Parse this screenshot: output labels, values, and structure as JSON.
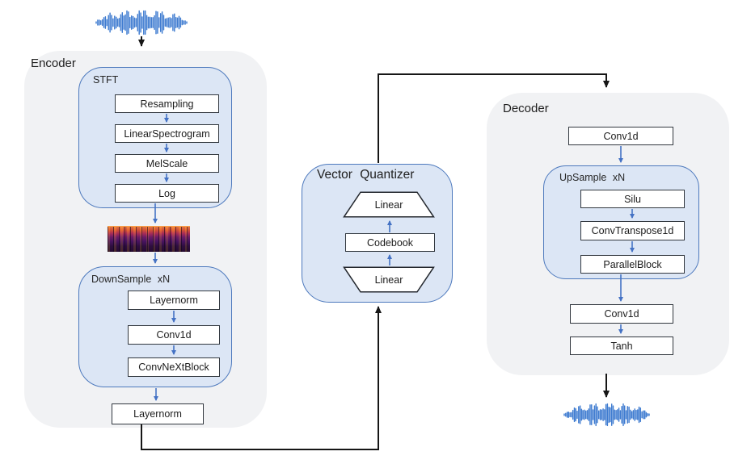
{
  "colors": {
    "panel_fill": "#f1f2f4",
    "group_fill": "#dce6f5",
    "group_border": "#4d79bd",
    "box_border": "#32383f",
    "arrow_blue": "#4472c4",
    "arrow_black": "#161616",
    "waveform_blue": "#3e7bd0",
    "spectrogram_hot": "#f2873c",
    "spectrogram_cold": "#120726"
  },
  "encoder": {
    "label": "Encoder",
    "stft": {
      "label": "STFT",
      "steps": [
        "Resampling",
        "LinearSpectrogram",
        "MelScale",
        "Log"
      ]
    },
    "downsample": {
      "label": "DownSample xN",
      "steps": [
        "Layernorm",
        "Conv1d",
        "ConvNeXtBlock"
      ]
    },
    "output_block": "Layernorm"
  },
  "vector_quantizer": {
    "label": "Vector Quantizer",
    "top_block": "Linear",
    "middle_block": "Codebook",
    "bottom_block": "Linear"
  },
  "decoder": {
    "label": "Decoder",
    "input_block": "Conv1d",
    "upsample": {
      "label": "UpSample xN",
      "steps": [
        "Silu",
        "ConvTranspose1d",
        "ParallelBlock"
      ]
    },
    "post_blocks": [
      "Conv1d",
      "Tanh"
    ]
  },
  "icons": {
    "input_waveform": "waveform-icon",
    "output_waveform": "waveform-icon",
    "spectrogram": "mel-spectrogram-image"
  }
}
